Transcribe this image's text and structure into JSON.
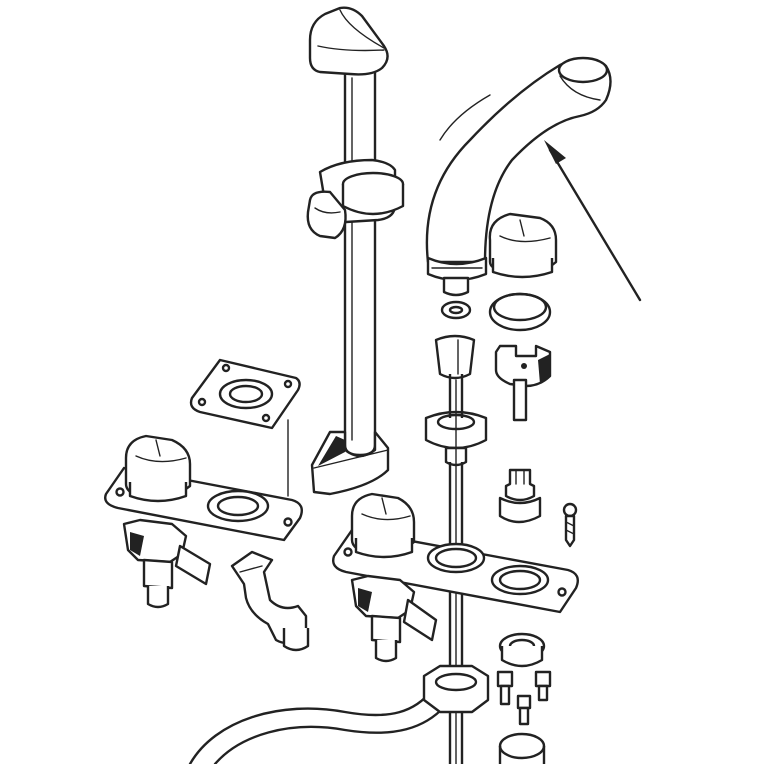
{
  "diagram": {
    "style": "line-art exploded view",
    "colors": {
      "line": "#222222",
      "background": "#ffffff"
    },
    "parts": [
      {
        "id": "shower-rail",
        "icon": "vertical-rail"
      },
      {
        "id": "rail-top-cap",
        "icon": "cap"
      },
      {
        "id": "shower-head-holder",
        "icon": "holder"
      },
      {
        "id": "rail-wall-bracket",
        "icon": "bracket"
      },
      {
        "id": "spout",
        "icon": "spout"
      },
      {
        "id": "pointer-arrow",
        "icon": "arrow"
      },
      {
        "id": "left-deck-plate",
        "icon": "plate"
      },
      {
        "id": "right-deck-plate",
        "icon": "plate"
      },
      {
        "id": "left-handle",
        "icon": "handle"
      },
      {
        "id": "center-handle",
        "icon": "handle"
      },
      {
        "id": "right-handle",
        "icon": "handle"
      },
      {
        "id": "left-valve",
        "icon": "valve"
      },
      {
        "id": "center-valve",
        "icon": "valve"
      },
      {
        "id": "square-flange",
        "icon": "flange"
      },
      {
        "id": "elbow-pipe",
        "icon": "elbow"
      },
      {
        "id": "riser-pipe",
        "icon": "pipe"
      },
      {
        "id": "hose",
        "icon": "hose"
      },
      {
        "id": "fittings",
        "icon": "fitting"
      },
      {
        "id": "screws",
        "icon": "screw"
      }
    ]
  }
}
